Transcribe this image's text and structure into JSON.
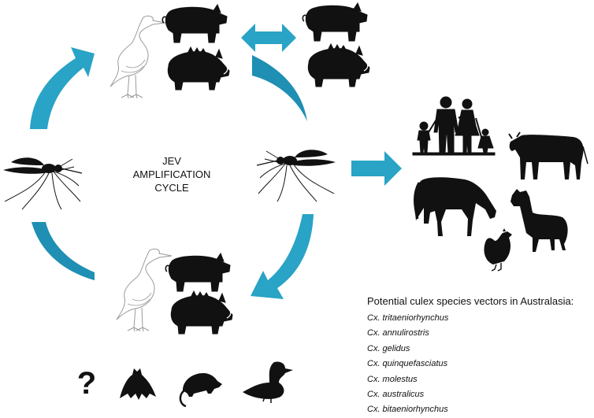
{
  "colors": {
    "arrow": "#29a3c6",
    "arrow_dark": "#1f8fb3",
    "silhouette": "#111111",
    "egret": "#9a9a9a",
    "background": "#ffffff"
  },
  "cycle": {
    "title_lines": [
      "JEV",
      "AMPLIFICATION",
      "CYCLE"
    ]
  },
  "hosts": {
    "amplifying": [
      "egret-icon",
      "pig-icon",
      "wild-boar-icon"
    ],
    "dead_end": [
      "human-family-icon",
      "cow-icon",
      "horse-icon",
      "llama-icon",
      "chicken-icon"
    ],
    "unknown_reservoirs": [
      "question-mark-icon",
      "bat-icon",
      "possum-icon",
      "duck-icon"
    ],
    "unknown_symbol": "?"
  },
  "vectors": {
    "title": "Potential culex species vectors in Australasia:",
    "species": [
      "Cx. tritaeniorhynchus",
      "Cx. annulirostris",
      "Cx. gelidus",
      "Cx. quinquefasciatus",
      "Cx. molestus",
      "Cx. australicus",
      "Cx. bitaeniorhynchus"
    ]
  }
}
